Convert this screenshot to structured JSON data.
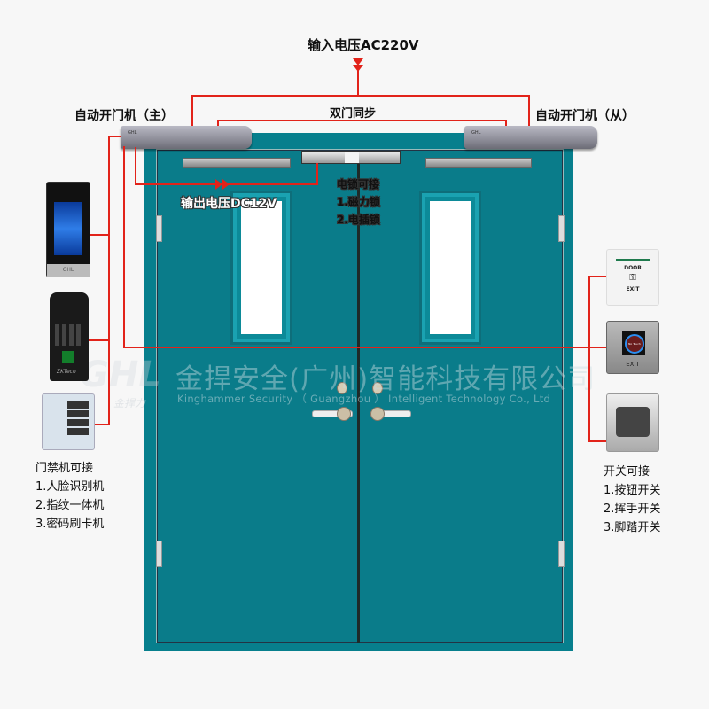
{
  "labels": {
    "input_voltage": "输入电压AC220V",
    "master_operator": "自动开门机（主）",
    "slave_operator": "自动开门机（从）",
    "sync": "双门同步",
    "output_voltage": "输出电压DC12V"
  },
  "lock_options": {
    "title": "电锁可接",
    "items": [
      "1.磁力锁",
      "2.电插锁"
    ]
  },
  "access_control": {
    "title": "门禁机可接",
    "items": [
      "1.人脸识别机",
      "2.指纹一体机",
      "3.密码刷卡机"
    ]
  },
  "switch_options": {
    "title": "开关可接",
    "items": [
      "1.按钮开关",
      "2.挥手开关",
      "3.脚踏开关"
    ]
  },
  "watermark": {
    "logo": "GHL",
    "logo_sub": "金捍力",
    "company_cn": "金捍安全(广州)智能科技有限公司",
    "company_en": "Kinghammer Security （ Guangzhou ） Intelligent Technology Co., Ltd"
  },
  "devices": {
    "door_exit_button": {
      "line1": "DOOR",
      "line2": "EXIT"
    },
    "no_touch_button": {
      "face": "No Touch",
      "label": "EXIT"
    },
    "face_reader_brand": "GHL",
    "fingerprint_brand": "ZKTeco"
  },
  "colors": {
    "wire": "#e2231a",
    "door": "#077f8d",
    "background": "#f7f7f7"
  }
}
